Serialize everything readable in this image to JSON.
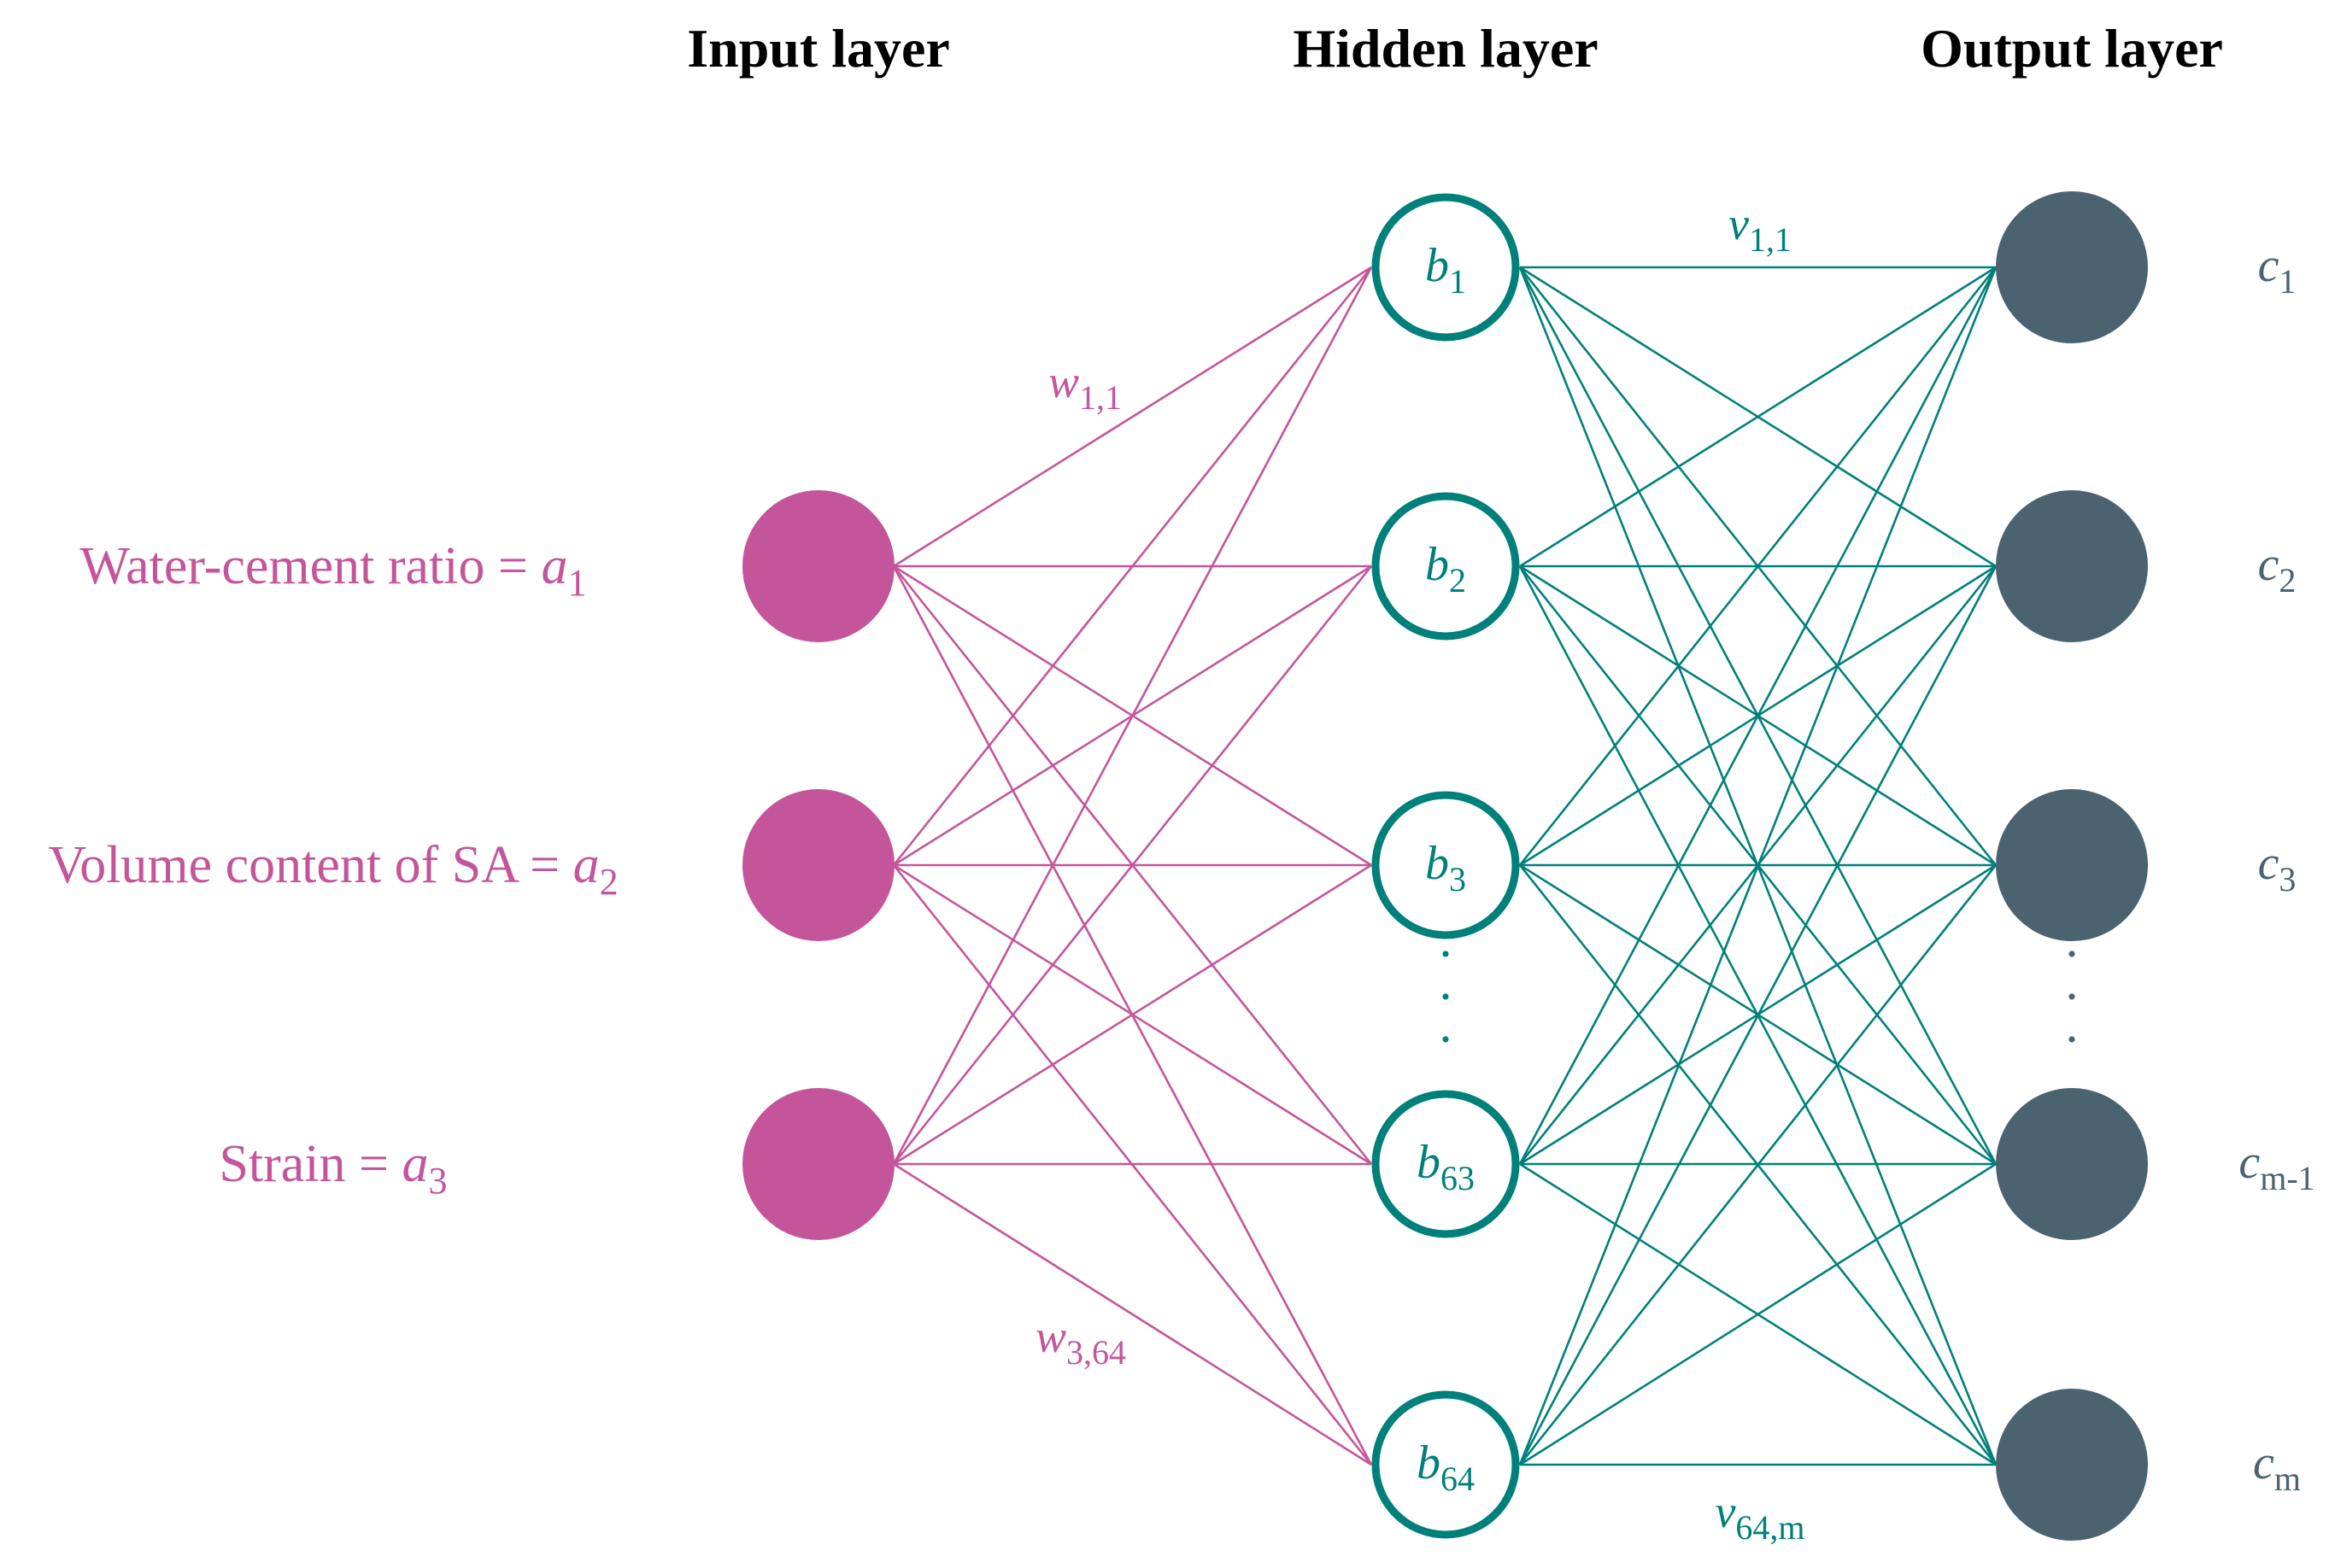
{
  "colors": {
    "input": "#C4559A",
    "hidden": "#00807A",
    "output": "#4B6270"
  },
  "headers": {
    "input": "Input layer",
    "hidden": "Hidden layer",
    "output": "Output layer"
  },
  "input_nodes": [
    {
      "text": "Water-cement ratio = ",
      "var": "a",
      "sub": "1"
    },
    {
      "text": "Volume content of SA = ",
      "var": "a",
      "sub": "2"
    },
    {
      "text": "Strain = ",
      "var": "a",
      "sub": "3"
    }
  ],
  "hidden_nodes": [
    {
      "var": "b",
      "sub": "1"
    },
    {
      "var": "b",
      "sub": "2"
    },
    {
      "var": "b",
      "sub": "3"
    },
    {
      "var": "b",
      "sub": "63"
    },
    {
      "var": "b",
      "sub": "64"
    }
  ],
  "output_nodes": [
    {
      "var": "c",
      "sub": "1"
    },
    {
      "var": "c",
      "sub": "2"
    },
    {
      "var": "c",
      "sub": "3"
    },
    {
      "var": "c",
      "sub": "m-1"
    },
    {
      "var": "c",
      "sub": "m"
    }
  ],
  "weight_labels": {
    "w_first": {
      "var": "w",
      "sub": "1,1"
    },
    "w_last": {
      "var": "w",
      "sub": "3,64"
    },
    "v_first": {
      "var": "v",
      "sub": "1,1"
    },
    "v_last": {
      "var": "v",
      "sub": "64,m"
    }
  },
  "ellipsis": "·"
}
